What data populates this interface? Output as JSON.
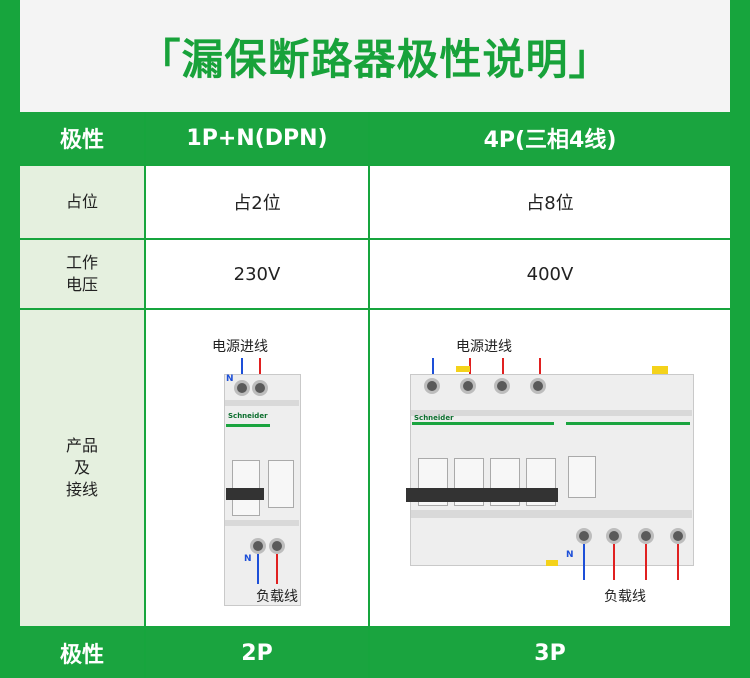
{
  "title": "「漏保断路器极性说明」",
  "header": {
    "col1": "极性",
    "col2": "1P+N(DPN)",
    "col3": "4P(三相4线)"
  },
  "rows": [
    {
      "label": "占位",
      "v1": "占2位",
      "v2": "占8位"
    },
    {
      "label_lines": [
        "工作",
        "电压"
      ],
      "v1": "230V",
      "v2": "400V"
    },
    {
      "label_lines": [
        "产品",
        "及",
        "接线"
      ]
    }
  ],
  "product": {
    "left": {
      "top_label": "电源进线",
      "bottom_label": "负载线",
      "brand": "Schneider",
      "n_mark": "N"
    },
    "right": {
      "top_label": "电源进线",
      "bottom_label": "负载线",
      "brand": "Schneider",
      "n_mark": "N"
    }
  },
  "footer": {
    "col1": "极性",
    "col2": "2P",
    "col3": "3P"
  },
  "colors": {
    "green": "#1aa43f",
    "title_green": "#18a23a",
    "label_bg": "#e5f0df",
    "wire_blue": "#1d4fd8",
    "wire_red": "#e02020"
  }
}
